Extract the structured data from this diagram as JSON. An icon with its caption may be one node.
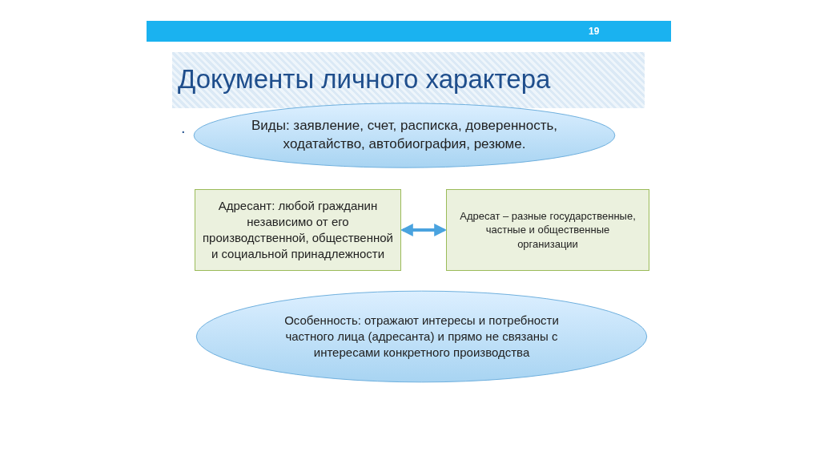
{
  "diagram": {
    "title": "Документы личного характера",
    "nodes": [
      {
        "text": [
          "Виды: заявление, счет, расписка, доверенность, ходатайство, автобиография, резюме."
        ]
      },
      {
        "text": [
          "Адресант: любой гражданин независимо от его производственной, общественной и социальной принадлежности"
        ]
      },
      {
        "text": [
          "Адресат – разные государственные, частные и общественные организации"
        ]
      },
      {
        "text": [
          "Особенность: отражают интересы и потребности частного лица (адресанта) и прямо не связаны с интересами конкретного производства"
        ]
      }
    ],
    "edges": [
      {
        "from": 1,
        "to": 2,
        "arrow": "both"
      }
    ],
    "labels": [
      "19",
      "."
    ]
  }
}
